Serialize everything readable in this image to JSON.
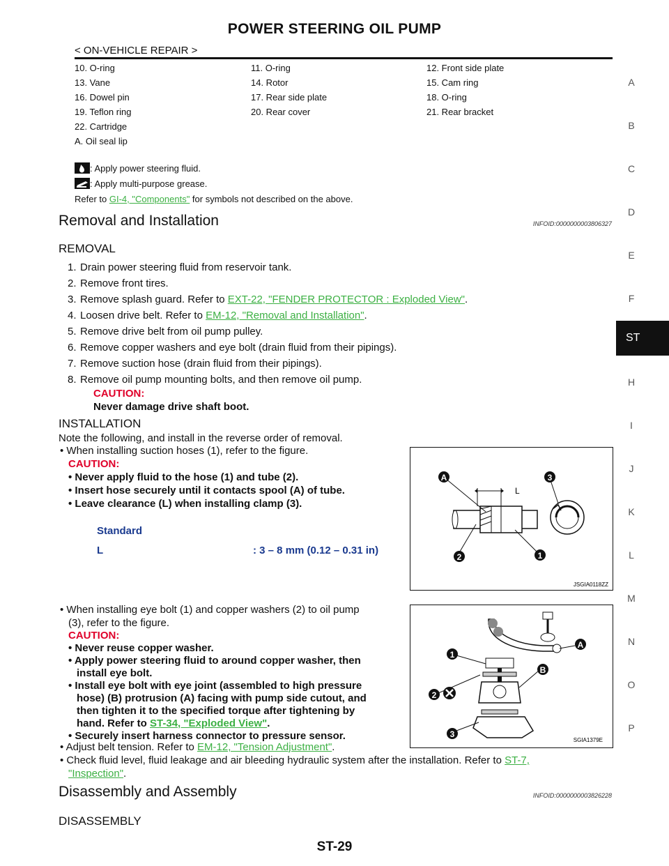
{
  "header": {
    "title": "POWER STEERING OIL PUMP",
    "subtitle": "< ON-VEHICLE REPAIR >"
  },
  "side_index": {
    "letters": [
      "A",
      "B",
      "C",
      "D",
      "E",
      "F",
      "ST",
      "H",
      "I",
      "J",
      "K",
      "L",
      "M",
      "N",
      "O",
      "P"
    ],
    "active": "ST"
  },
  "legend": {
    "items": [
      [
        "10. O-ring",
        "11. O-ring",
        "12. Front side plate"
      ],
      [
        "13. Vane",
        "14. Rotor",
        "15. Cam ring"
      ],
      [
        "16. Dowel pin",
        "17. Rear side plate",
        "18. O-ring"
      ],
      [
        "19. Teflon ring",
        "20. Rear cover",
        "21. Rear bracket"
      ],
      [
        "22. Cartridge",
        "",
        ""
      ],
      [
        "A. Oil seal lip",
        "",
        ""
      ]
    ],
    "fluid_note": ": Apply power steering fluid.",
    "grease_note": ": Apply multi-purpose grease.",
    "refer_prefix": "Refer to ",
    "refer_link": "GI-4, \"Components\"",
    "refer_suffix": " for symbols not described on the above."
  },
  "section1": {
    "title": "Removal and Installation",
    "infoid": "INFOID:0000000003806327"
  },
  "removal": {
    "title": "REMOVAL",
    "steps": [
      {
        "num": "1.",
        "pre": "Drain power steering fluid from reservoir tank.",
        "link": "",
        "post": ""
      },
      {
        "num": "2.",
        "pre": "Remove front tires.",
        "link": "",
        "post": ""
      },
      {
        "num": "3.",
        "pre": "Remove splash guard. Refer to ",
        "link": "EXT-22, \"FENDER PROTECTOR : Exploded View\"",
        "post": "."
      },
      {
        "num": "4.",
        "pre": "Loosen drive belt. Refer to ",
        "link": "EM-12, \"Removal and Installation\"",
        "post": "."
      },
      {
        "num": "5.",
        "pre": "Remove drive belt from oil pump pulley.",
        "link": "",
        "post": ""
      },
      {
        "num": "6.",
        "pre": "Remove copper washers and eye bolt (drain fluid from their pipings).",
        "link": "",
        "post": ""
      },
      {
        "num": "7.",
        "pre": "Remove suction hose (drain fluid from their pipings).",
        "link": "",
        "post": ""
      },
      {
        "num": "8.",
        "pre": "Remove oil pump mounting bolts, and then remove oil pump.",
        "link": "",
        "post": ""
      }
    ],
    "caution_label": "CAUTION:",
    "caution_text": "Never damage drive shaft boot."
  },
  "installation": {
    "title": "INSTALLATION",
    "intro": "Note the following, and install in the reverse order of removal.",
    "bullet1": "• When installing suction hoses (1), refer to the figure.",
    "caution_label": "CAUTION:",
    "cautions1": [
      "• Never apply fluid to the hose (1) and tube (2).",
      "• Insert hose securely until it contacts spool (A) of tube.",
      "• Leave clearance (L) when installing clamp (3)."
    ],
    "standard_label": "Standard",
    "standard_key": "L",
    "standard_value": ": 3 – 8 mm (0.12 – 0.31 in)",
    "bullet2_l1": "• When installing eye bolt (1) and copper washers (2) to oil pump",
    "bullet2_l2": "(3), refer to the figure.",
    "cautions2": [
      "• Never reuse copper washer.",
      "• Apply power steering fluid to around copper washer, then",
      "install eye bolt.",
      "• Install eye bolt with eye joint (assembled to high pressure",
      "hose) (B) protrusion (A) facing with pump side cutout, and",
      "then tighten it to the specified torque after tightening by",
      "hand. Refer to "
    ],
    "caution2_link": "ST-34, \"Exploded View\"",
    "caution2_last": "• Securely insert harness connector to pressure sensor.",
    "bullet3_pre": "• Adjust belt tension. Refer to ",
    "bullet3_link": "EM-12, \"Tension  Adjustment\"",
    "bullet4_pre": "• Check fluid level, fluid leakage and air bleeding hydraulic system after the installation. Refer to ",
    "bullet4_link1": "ST-7,",
    "bullet4_link2": "\"Inspection\""
  },
  "figure1": {
    "code": "JSGIA0118ZZ",
    "labels": {
      "a": "A",
      "three": "3",
      "two": "2",
      "one": "1",
      "l": "L"
    }
  },
  "figure2": {
    "code": "SGIA1379E",
    "labels": {
      "one": "1",
      "two": "2",
      "three": "3",
      "a": "A",
      "b": "B"
    }
  },
  "section2": {
    "title": "Disassembly and Assembly",
    "infoid": "INFOID:0000000003826228"
  },
  "disassembly": {
    "title": "DISASSEMBLY"
  },
  "footer": {
    "page": "ST-29"
  }
}
